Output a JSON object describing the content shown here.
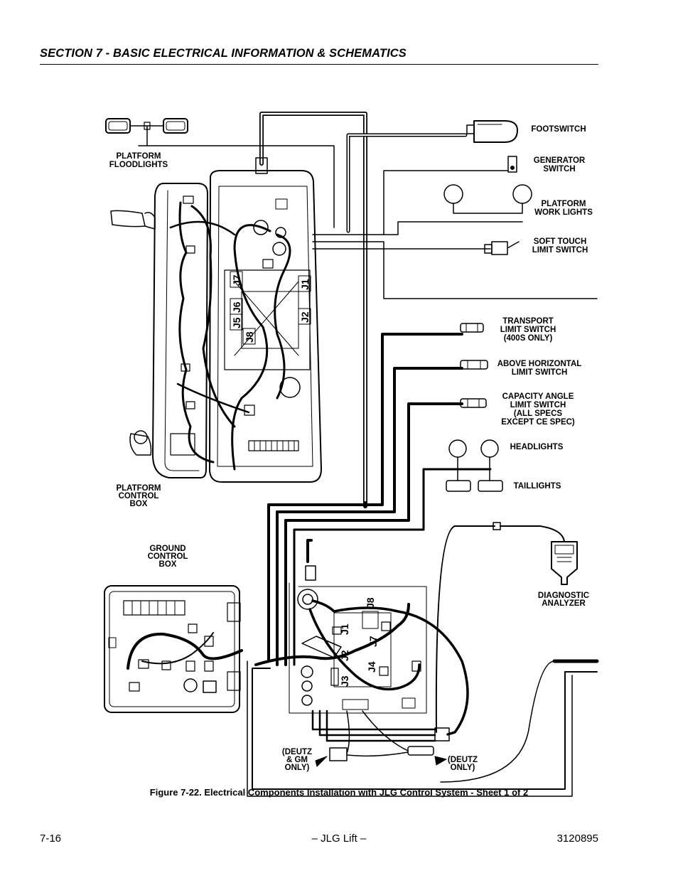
{
  "header": {
    "title": "SECTION 7 - BASIC ELECTRICAL INFORMATION & SCHEMATICS"
  },
  "labels": {
    "footswitch": "FOOTSWITCH",
    "generator_switch": [
      "GENERATOR",
      "SWITCH"
    ],
    "platform_work_lights": [
      "PLATFORM",
      "WORK LIGHTS"
    ],
    "soft_touch": [
      "SOFT TOUCH",
      "LIMIT SWITCH"
    ],
    "transport": [
      "TRANSPORT",
      "LIMIT SWITCH",
      "(400S ONLY)"
    ],
    "above_horizontal": [
      "ABOVE HORIZONTAL",
      "LIMIT SWITCH"
    ],
    "capacity_angle": [
      "CAPACITY ANGLE",
      "LIMIT SWITCH",
      "(ALL SPECS",
      "EXCEPT CE SPEC)"
    ],
    "headlights": "HEADLIGHTS",
    "taillights": "TAILLIGHTS",
    "platform_floodlights": [
      "PLATFORM",
      "FLOODLIGHTS"
    ],
    "platform_control_box": [
      "PLATFORM",
      "CONTROL",
      "BOX"
    ],
    "ground_control_box": [
      "GROUND",
      "CONTROL",
      "BOX"
    ],
    "diagnostic_analyzer": [
      "DIAGNOSTIC",
      "ANALYZER"
    ],
    "deutz_gm": [
      "(DEUTZ",
      "& GM",
      "ONLY)"
    ],
    "deutz_only": [
      "(DEUTZ",
      "ONLY)"
    ]
  },
  "platform_connectors": [
    "J7",
    "J1",
    "J6",
    "J5",
    "J2",
    "J8"
  ],
  "ground_connectors": [
    "J8",
    "J1",
    "J7",
    "J2",
    "J4",
    "J3"
  ],
  "caption": "Figure 7-22.  Electrical Components Installation with JLG Control System - Sheet 1 of 2",
  "footer": {
    "page": "7-16",
    "center": "– JLG Lift –",
    "doc": "3120895"
  }
}
